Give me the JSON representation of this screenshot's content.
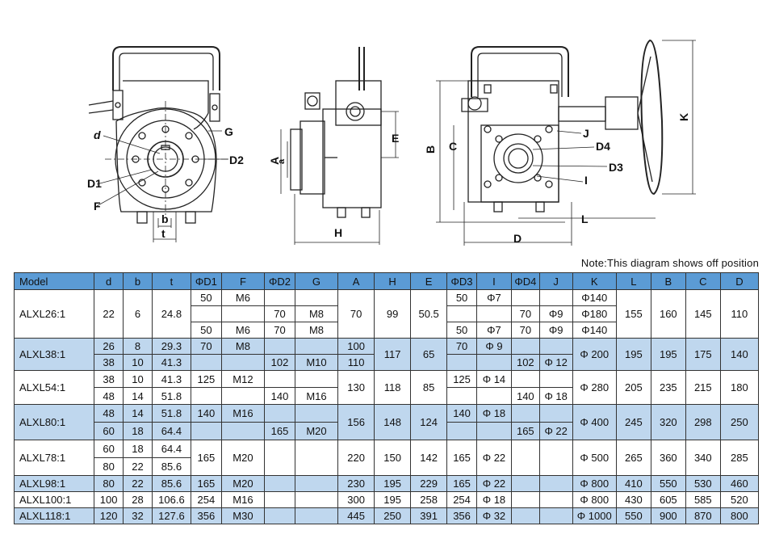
{
  "labels": {
    "view1": [
      "d",
      "G",
      "D2",
      "D1",
      "F",
      "b",
      "t"
    ],
    "view2": [
      "A",
      "E",
      "H",
      "a"
    ],
    "view3": [
      "B",
      "C",
      "J",
      "D4",
      "D3",
      "I",
      "L",
      "D",
      "K"
    ]
  },
  "note": "Note:This diagram shows off position",
  "headers": [
    "Model",
    "d",
    "b",
    "t",
    "ΦD1",
    "F",
    "ΦD2",
    "G",
    "A",
    "H",
    "E",
    "ΦD3",
    "I",
    "ΦD4",
    "J",
    "K",
    "L",
    "B",
    "C",
    "D"
  ],
  "rows": {
    "m26": {
      "model": "ALXL26:1",
      "d": "22",
      "b": "6",
      "t": "24.8",
      "d1a": "50",
      "fa": "M6",
      "d2b": "70",
      "gb": "M8",
      "d1c": "50",
      "fc": "M6",
      "d2c": "70",
      "gc": "M8",
      "a": "70",
      "h": "99",
      "e": "50.5",
      "d3a": "50",
      "ia": "Φ7",
      "d4b": "70",
      "jb": "Φ9",
      "d3c": "50",
      "ic": "Φ7",
      "d4c": "70",
      "jc": "Φ9",
      "ka": "Φ140",
      "kb": "Φ180",
      "kc": "Φ140",
      "l": "155",
      "bb": "160",
      "c": "145",
      "dd": "110"
    },
    "m38": {
      "model": "ALXL38:1",
      "d1": "26",
      "b1": "8",
      "t1": "29.3",
      "d2": "38",
      "b2": "10",
      "t2": "41.3",
      "d1v": "70",
      "f1": "M8",
      "d2v": "102",
      "g2": "M10",
      "a1": "100",
      "a2": "110",
      "h": "117",
      "e": "65",
      "d3": "70",
      "i1": "Φ 9",
      "d4": "102",
      "j2": "Φ 12",
      "k": "Φ 200",
      "l": "195",
      "bb": "195",
      "c": "175",
      "dd": "140"
    },
    "m54": {
      "model": "ALXL54:1",
      "d1": "38",
      "b1": "10",
      "t1": "41.3",
      "d2": "48",
      "b2": "14",
      "t2": "51.8",
      "d1v": "125",
      "f1": "M12",
      "d2v": "140",
      "g2": "M16",
      "a": "130",
      "h": "118",
      "e": "85",
      "d3": "125",
      "i1": "Φ 14",
      "d4": "140",
      "j2": "Φ 18",
      "k": "Φ 280",
      "l": "205",
      "bb": "235",
      "c": "215",
      "dd": "180"
    },
    "m80": {
      "model": "ALXL80:1",
      "d1": "48",
      "b1": "14",
      "t1": "51.8",
      "d2": "60",
      "b2": "18",
      "t2": "64.4",
      "d1v": "140",
      "f1": "M16",
      "d2v": "165",
      "g2": "M20",
      "a": "156",
      "h": "148",
      "e": "124",
      "d3": "140",
      "i1": "Φ 18",
      "d4": "165",
      "j2": "Φ 22",
      "k": "Φ 400",
      "l": "245",
      "bb": "320",
      "c": "298",
      "dd": "250"
    },
    "m78": {
      "model": "ALXL78:1",
      "d1": "60",
      "b1": "18",
      "t1": "64.4",
      "d2": "80",
      "b2": "22",
      "t2": "85.6",
      "d1v": "165",
      "f": "M20",
      "a": "220",
      "h": "150",
      "e": "142",
      "d3": "165",
      "i": "Φ 22",
      "k": "Φ 500",
      "l": "265",
      "bb": "360",
      "c": "340",
      "dd": "285"
    },
    "m98": {
      "model": "ALXL98:1",
      "d": "80",
      "b": "22",
      "t": "85.6",
      "d1v": "165",
      "f": "M20",
      "a": "230",
      "h": "195",
      "e": "229",
      "d3": "165",
      "i": "Φ 22",
      "k": "Φ 800",
      "l": "410",
      "bb": "550",
      "c": "530",
      "dd": "460"
    },
    "m100": {
      "model": "ALXL100:1",
      "d": "100",
      "b": "28",
      "t": "106.6",
      "d1v": "254",
      "f": "M16",
      "a": "300",
      "h": "195",
      "e": "258",
      "d3": "254",
      "i": "Φ 18",
      "k": "Φ 800",
      "l": "430",
      "bb": "605",
      "c": "585",
      "dd": "520"
    },
    "m118": {
      "model": "ALXL118:1",
      "d": "120",
      "b": "32",
      "t": "127.6",
      "d1v": "356",
      "f": "M30",
      "a": "445",
      "h": "250",
      "e": "391",
      "d3": "356",
      "i": "Φ 32",
      "k": "Φ 1000",
      "l": "550",
      "bb": "900",
      "c": "870",
      "dd": "800"
    }
  }
}
